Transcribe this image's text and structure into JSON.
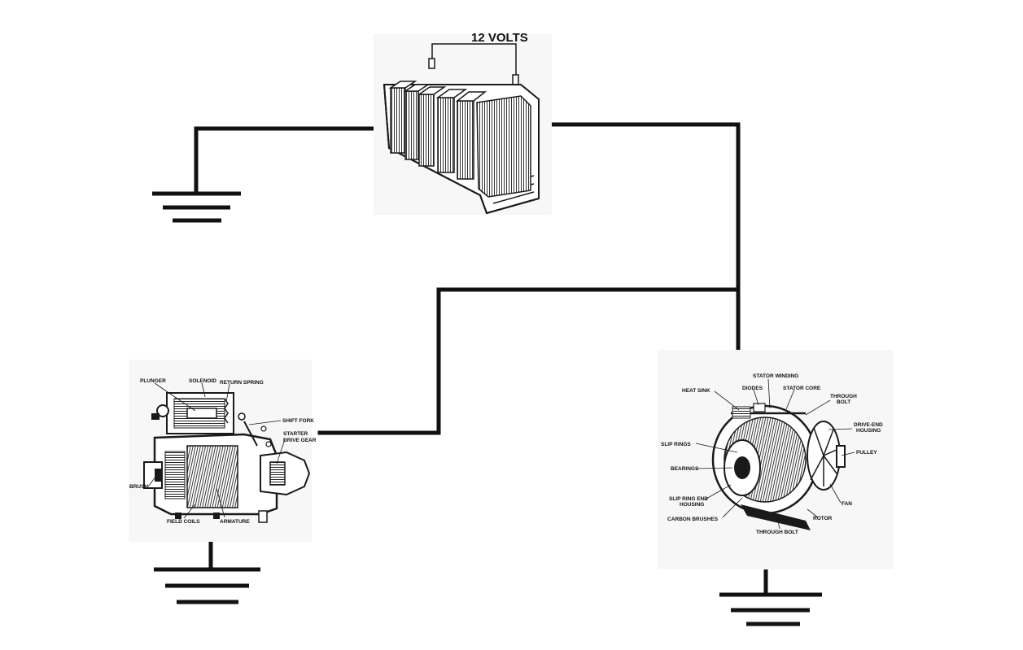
{
  "battery": {
    "voltage_label": "12 VOLTS"
  },
  "starter_motor": {
    "labels": {
      "plunger": "PLUNGER",
      "solenoid": "SOLENOID",
      "return_spring": "RETURN SPRING",
      "shift_fork": "SHIFT FORK",
      "starter_drive_gear_1": "STARTER",
      "starter_drive_gear_2": "DRIVE GEAR",
      "brush": "BRUSH",
      "field_coils": "FIELD COILS",
      "armature": "ARMATURE"
    }
  },
  "alternator": {
    "labels": {
      "stator_winding": "STATOR WINDING",
      "heat_sink": "HEAT SINK",
      "diodes": "DIODES",
      "stator_core": "STATOR CORE",
      "through_bolt_top_1": "THROUGH",
      "through_bolt_top_2": "BOLT",
      "drive_end_housing_1": "DRIVE-END",
      "drive_end_housing_2": "HOUSING",
      "slip_rings": "SLIP RINGS",
      "pulley": "PULLEY",
      "bearings": "BEARINGS",
      "slip_ring_end_housing_1": "SLIP RING END",
      "slip_ring_end_housing_2": "HOUSING",
      "fan": "FAN",
      "carbon_brushes": "CARBON BRUSHES",
      "rotor": "ROTOR",
      "through_bolt_bottom": "THROUGH BOLT"
    }
  },
  "colors": {
    "wire": "#111111",
    "drawing": "#1a1a1a",
    "panel": "#f7f7f7"
  }
}
